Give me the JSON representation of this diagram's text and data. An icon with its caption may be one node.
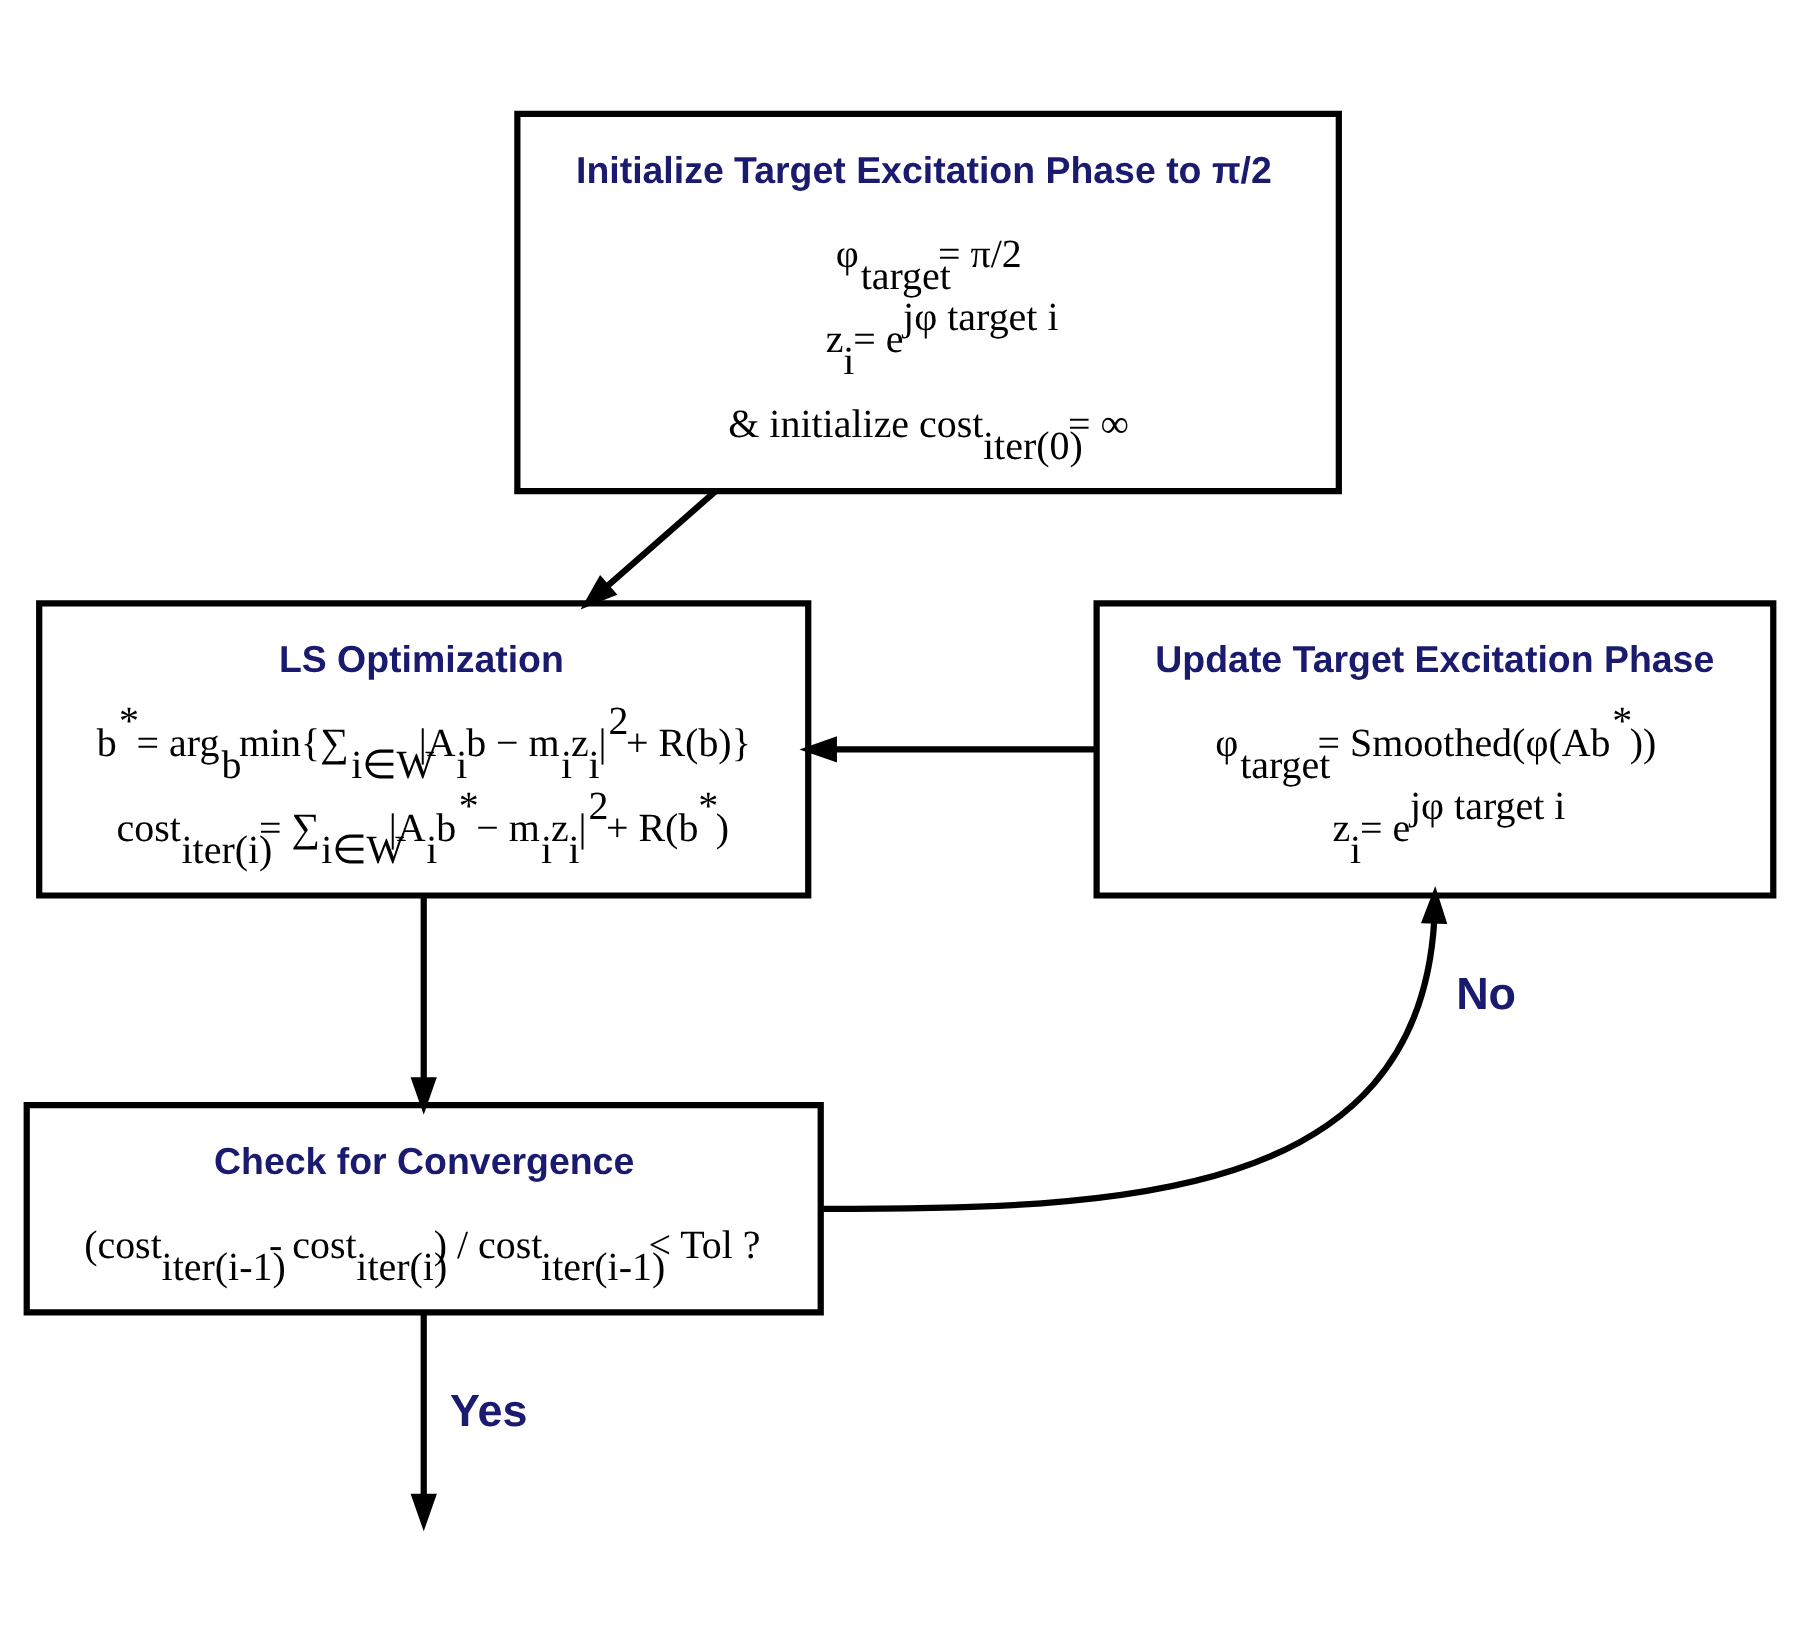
{
  "diagram": {
    "nodes": [
      {
        "text": [
          "Initialize Target Excitation Phase to π/2",
          "φ$_{target}$= π/2",
          "z$_{i}$= e$^{jφ target i}$",
          "& initialize cost$_{iter(0)}$= ∞"
        ]
      },
      {
        "text": [
          "LS Optimization",
          "b$^{*}$= arg$_{b}$min{∑$_{i∈W}$|A$_{i}$b − m$_{i}$z$_{i}$|$^{2}$+ R(b)}",
          "cost$_{iter(i)}$= ∑$_{i∈W}$|A$_{i}$b$^{*}$− m$_{i}$z$_{i}$|$^{2}$+ R(b$^{*}$)"
        ]
      },
      {
        "text": [
          "Check for Convergence",
          "(cost$_{iter(i-1)}$- cost$_{iter(i)}$) / cost$_{iter(i-1)}$< Tol ?"
        ]
      },
      {
        "text": [
          "Update Target Excitation Phase",
          "φ$_{target}$= Smoothed(φ(Ab$^{*}$))",
          "z$_{i}$= e$^{jφ target i}$"
        ]
      }
    ],
    "edges": [
      {
        "from": 0,
        "to": 1,
        "arrow": "to"
      },
      {
        "from": 1,
        "to": 2,
        "arrow": "to"
      },
      {
        "from": 2,
        "to": 3,
        "arrow": "to",
        "label": "No"
      },
      {
        "from": 3,
        "to": 1,
        "arrow": "to"
      },
      {
        "from": 2,
        "to": null,
        "arrow": "to",
        "label": "Yes"
      }
    ]
  }
}
